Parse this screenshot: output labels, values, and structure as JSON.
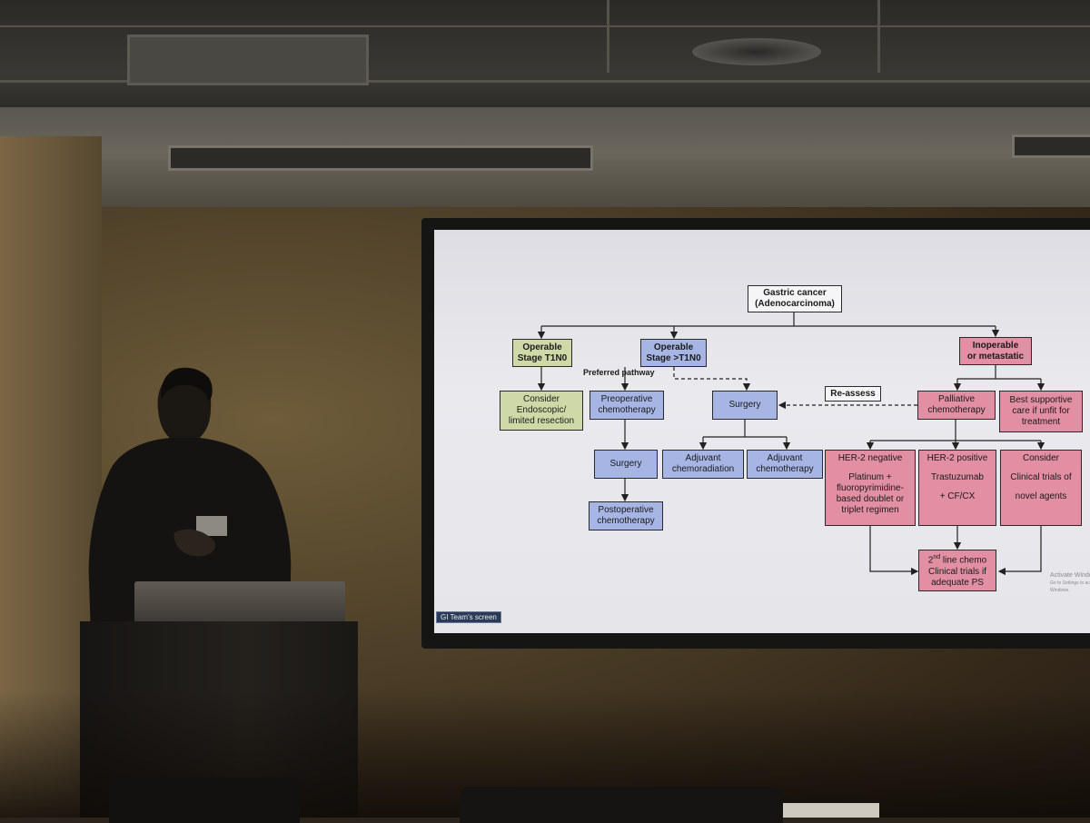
{
  "slide": {
    "screen_label": "GI Team's screen",
    "watermark": {
      "line1": "Activate Windows",
      "line2": "Go to Settings to activate Windows."
    },
    "nodes": {
      "root": [
        "Gastric cancer",
        "(Adenocarcinoma)"
      ],
      "operable_t1n0": [
        "Operable",
        "Stage T1N0"
      ],
      "operable_gt": [
        "Operable",
        "Stage >T1N0"
      ],
      "inoperable": [
        "Inoperable",
        "or metastatic"
      ],
      "endoscopic": [
        "Consider",
        "Endoscopic/",
        "limited resection"
      ],
      "preop_chemo": [
        "Preoperative",
        "chemotherapy"
      ],
      "surgery_main": [
        "Surgery"
      ],
      "reassess": [
        "Re-assess"
      ],
      "palliative": [
        "Palliative",
        "chemotherapy"
      ],
      "best_supportive": [
        "Best supportive",
        "care if unfit for",
        "treatment"
      ],
      "surgery_after_preop": [
        "Surgery"
      ],
      "adj_chemorad": [
        "Adjuvant",
        "chemoradiation"
      ],
      "adj_chemo": [
        "Adjuvant",
        "chemotherapy"
      ],
      "postop_chemo": [
        "Postoperative",
        "chemotherapy"
      ],
      "her2_neg_title": "HER-2 negative",
      "her2_neg_body": [
        "Platinum +",
        "fluoropyrimidine-",
        "based doublet or",
        "triplet regimen"
      ],
      "her2_pos_title": "HER-2 positive",
      "her2_pos_body": [
        "Trastuzumab",
        "+ CF/CX"
      ],
      "consider_title": "Consider",
      "consider_body": [
        "Clinical trials of",
        "novel agents"
      ],
      "second_line_sup": "nd",
      "second_line": [
        "2",
        " line chemo",
        "Clinical trials if",
        "adequate PS"
      ]
    },
    "preferred_pathway": "Preferred pathway"
  },
  "colors": {
    "green_box": "#cfd9a8",
    "blue_box": "#a6b5e4",
    "red_box": "#e28fa3",
    "white_box": "#f5f5f7"
  }
}
